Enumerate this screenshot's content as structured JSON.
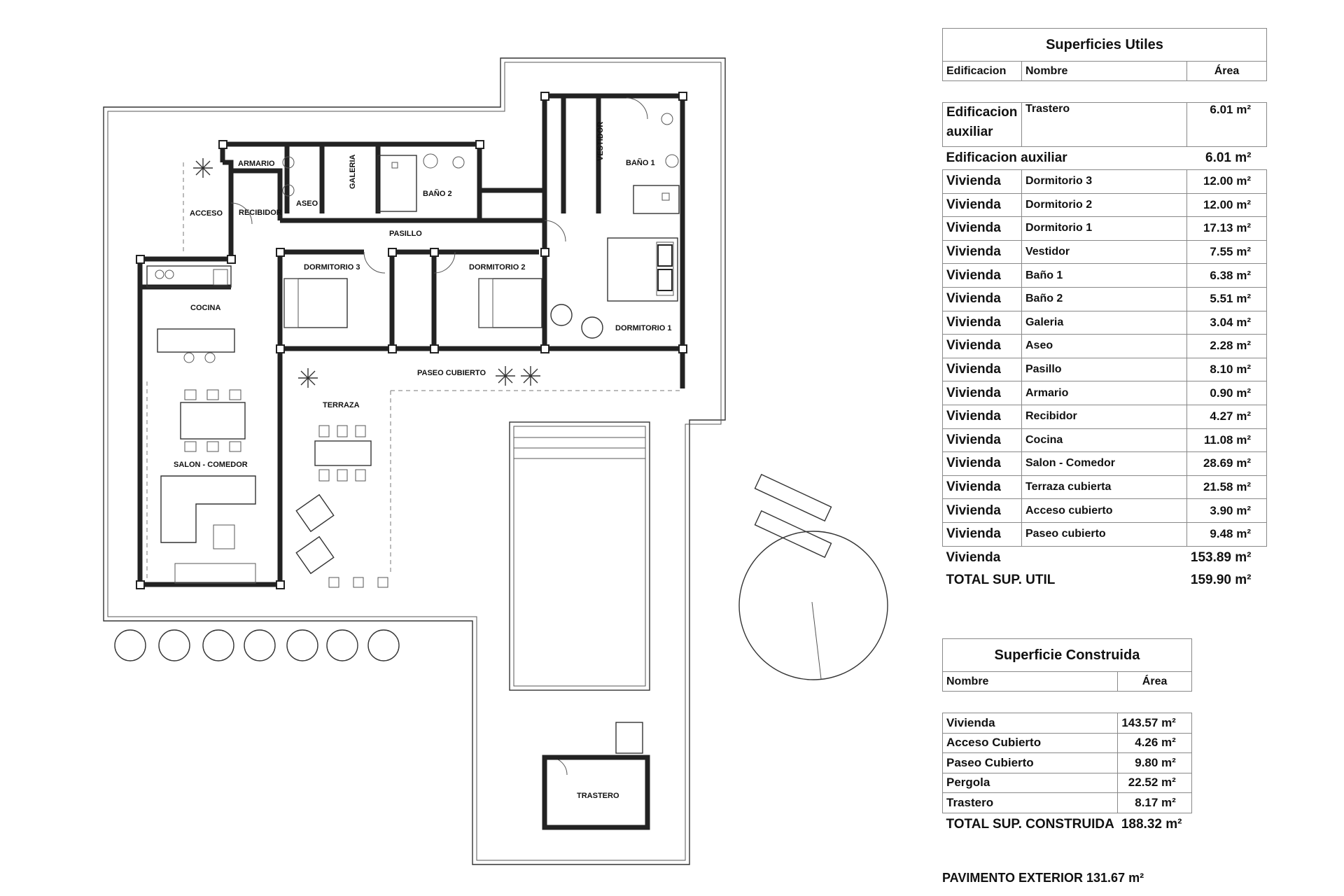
{
  "rooms": {
    "armario": "ARMARIO",
    "acceso": "ACCESO",
    "recibidor": "RECIBIDOR",
    "aseo": "ASEO",
    "galeria": "GALERIA",
    "bano2": "BAÑO 2",
    "vestidor": "VESTIDOR",
    "bano1": "BAÑO 1",
    "pasillo": "PASILLO",
    "dormitorio3": "DORMITORIO 3",
    "dormitorio2": "DORMITORIO 2",
    "dormitorio1": "DORMITORIO 1",
    "cocina": "COCINA",
    "paseo_cubierto": "PASEO CUBIERTO",
    "terraza": "TERRAZA",
    "salon_comedor": "SALON - COMEDOR",
    "trastero": "TRASTERO"
  },
  "superficies_utiles": {
    "title": "Superficies Utiles",
    "headers": [
      "Edificacion",
      "Nombre",
      "Área"
    ],
    "auxiliar_row": {
      "edificacion": "Edificacion auxiliar",
      "nombre": "Trastero",
      "area": "6.01 m²"
    },
    "auxiliar_subtotal": {
      "label": "Edificacion auxiliar",
      "area": "6.01 m²"
    },
    "rows": [
      {
        "edificacion": "Vivienda",
        "nombre": "Dormitorio 3",
        "area": "12.00 m²"
      },
      {
        "edificacion": "Vivienda",
        "nombre": "Dormitorio 2",
        "area": "12.00 m²"
      },
      {
        "edificacion": "Vivienda",
        "nombre": "Dormitorio 1",
        "area": "17.13 m²"
      },
      {
        "edificacion": "Vivienda",
        "nombre": "Vestidor",
        "area": "7.55 m²"
      },
      {
        "edificacion": "Vivienda",
        "nombre": "Baño 1",
        "area": "6.38 m²"
      },
      {
        "edificacion": "Vivienda",
        "nombre": "Baño 2",
        "area": "5.51 m²"
      },
      {
        "edificacion": "Vivienda",
        "nombre": "Galeria",
        "area": "3.04 m²"
      },
      {
        "edificacion": "Vivienda",
        "nombre": "Aseo",
        "area": "2.28 m²"
      },
      {
        "edificacion": "Vivienda",
        "nombre": "Pasillo",
        "area": "8.10 m²"
      },
      {
        "edificacion": "Vivienda",
        "nombre": "Armario",
        "area": "0.90 m²"
      },
      {
        "edificacion": "Vivienda",
        "nombre": "Recibidor",
        "area": "4.27 m²"
      },
      {
        "edificacion": "Vivienda",
        "nombre": "Cocina",
        "area": "11.08 m²"
      },
      {
        "edificacion": "Vivienda",
        "nombre": "Salon - Comedor",
        "area": "28.69 m²"
      },
      {
        "edificacion": "Vivienda",
        "nombre": "Terraza cubierta",
        "area": "21.58 m²"
      },
      {
        "edificacion": "Vivienda",
        "nombre": "Acceso cubierto",
        "area": "3.90 m²"
      },
      {
        "edificacion": "Vivienda",
        "nombre": "Paseo cubierto",
        "area": "9.48 m²"
      }
    ],
    "vivienda_subtotal": {
      "label": "Vivienda",
      "area": "153.89 m²"
    },
    "total": {
      "label": "TOTAL SUP. UTIL",
      "area": "159.90 m²"
    }
  },
  "superficie_construida": {
    "title": "Superficie Construida",
    "headers": [
      "Nombre",
      "Área"
    ],
    "rows": [
      {
        "nombre": "Vivienda",
        "area": "143.57 m²"
      },
      {
        "nombre": "Acceso Cubierto",
        "area": "4.26 m²"
      },
      {
        "nombre": "Paseo Cubierto",
        "area": "9.80 m²"
      },
      {
        "nombre": "Pergola",
        "area": "22.52 m²"
      },
      {
        "nombre": "Trastero",
        "area": "8.17 m²"
      }
    ],
    "total": {
      "label": "TOTAL SUP. CONSTRUIDA",
      "area": "188.32 m²"
    }
  },
  "pavimento_exterior": "PAVIMENTO EXTERIOR 131.67 m²"
}
